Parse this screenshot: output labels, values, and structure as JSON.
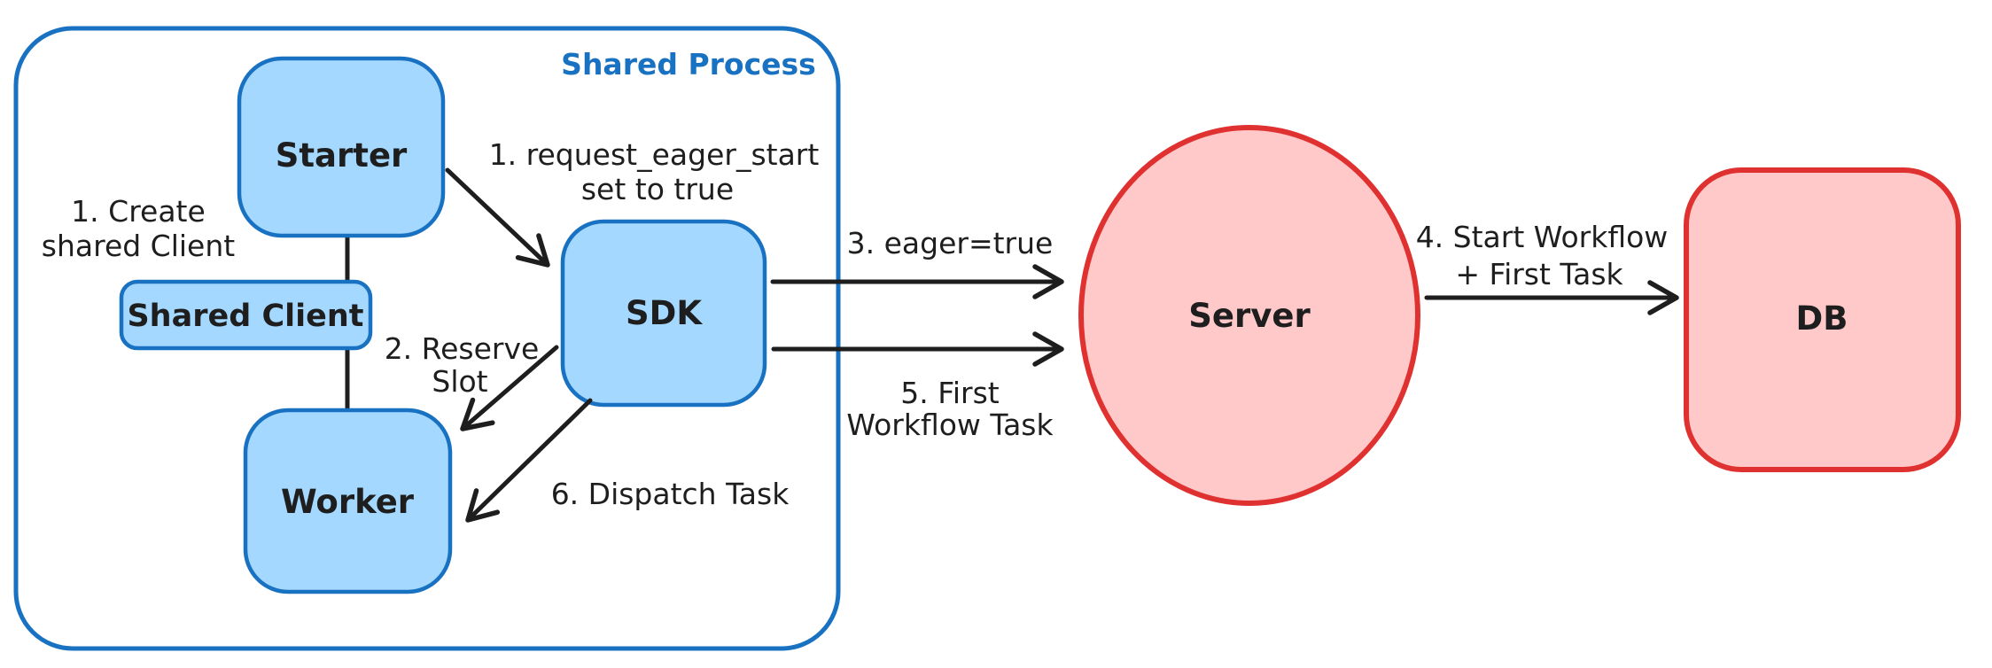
{
  "diagram": {
    "container_label": "Shared Process",
    "nodes": {
      "starter": {
        "label": "Starter"
      },
      "shared_client": {
        "label": "Shared Client"
      },
      "worker": {
        "label": "Worker"
      },
      "sdk": {
        "label": "SDK"
      },
      "server": {
        "label": "Server"
      },
      "db": {
        "label": "DB"
      }
    },
    "annotations": {
      "create_shared_client": {
        "line1": "1. Create",
        "line2": "shared Client"
      },
      "request_eager_start": {
        "line1": "1. request_eager_start",
        "line2": "set to true"
      },
      "reserve_slot": {
        "line1": "2. Reserve",
        "line2": "Slot"
      },
      "eager_true": {
        "text": "3. eager=true"
      },
      "start_workflow": {
        "line1": "4. Start Workflow",
        "line2": "+ First Task"
      },
      "first_workflow_task": {
        "line1": "5. First",
        "line2": "Workflow Task"
      },
      "dispatch_task": {
        "text": "6. Dispatch Task"
      }
    },
    "colors": {
      "blue_stroke": "#1971c2",
      "blue_fill": "#a5d8ff",
      "red_stroke": "#e03131",
      "red_fill": "#ffc9c9",
      "text": "#1e1e1e",
      "background": "#ffffff"
    }
  }
}
